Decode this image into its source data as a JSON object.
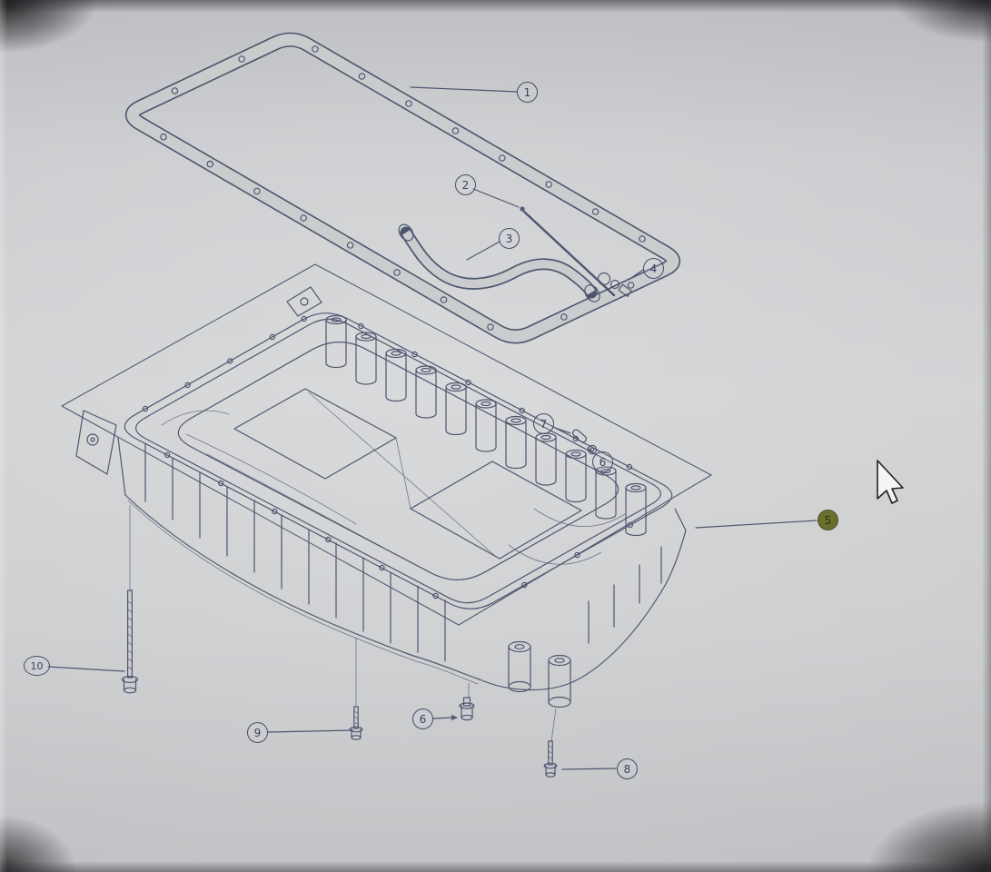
{
  "figure": {
    "type": "exploded-parts-diagram",
    "description": "Exploded technical line drawing of an engine oil sump: gasket, dipstick rod, suction tube, fittings, sump pan, plugs and bolts, with numbered callout balloons",
    "callouts": [
      {
        "label": "1"
      },
      {
        "label": "2"
      },
      {
        "label": "3"
      },
      {
        "label": "4"
      },
      {
        "label": "7"
      },
      {
        "label": "6"
      },
      {
        "label": "5",
        "highlighted": true
      },
      {
        "label": "10"
      },
      {
        "label": "9"
      },
      {
        "label": "6"
      },
      {
        "label": "8"
      }
    ],
    "highlighted_callout": "5",
    "colors": {
      "ink": "#434d68",
      "background": "#cbccce",
      "highlight_fill": "#6b6e2c"
    }
  },
  "cursor": {
    "visible": true,
    "type": "arrow"
  }
}
